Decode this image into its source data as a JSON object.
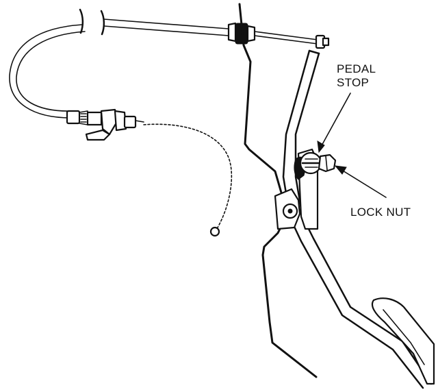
{
  "labels": {
    "pedal_stop_line1": "PEDAL",
    "pedal_stop_line2": "STOP",
    "lock_nut": "LOCK NUT"
  },
  "colors": {
    "ink": "#111111",
    "background": "#ffffff"
  }
}
